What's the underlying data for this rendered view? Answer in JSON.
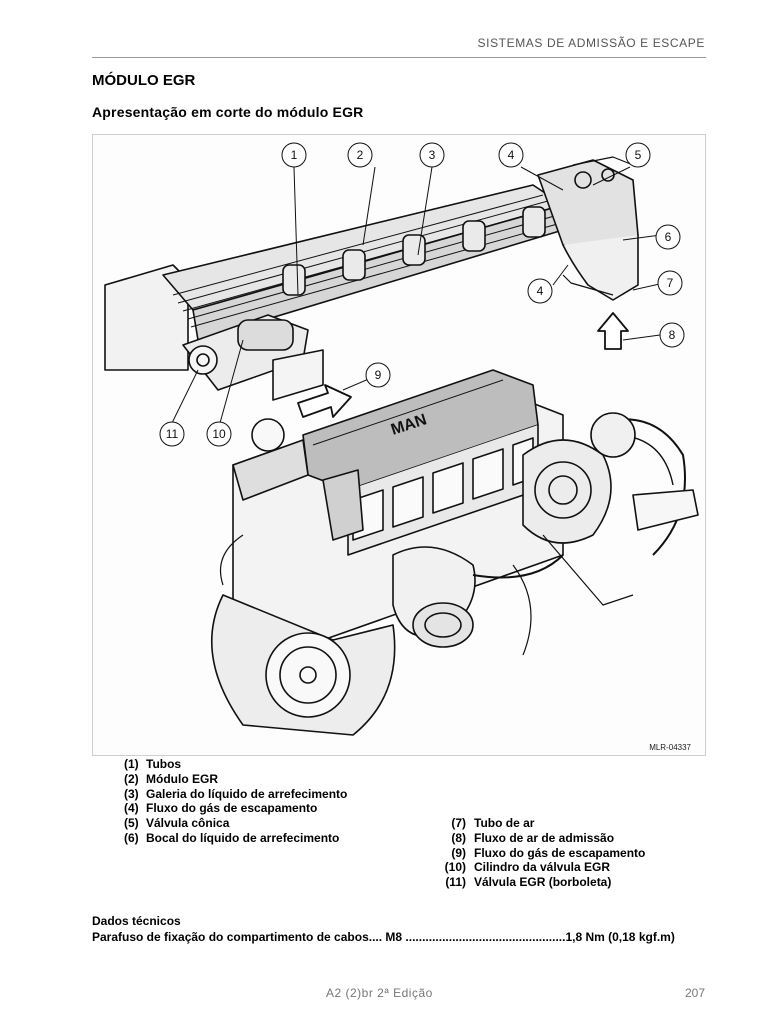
{
  "header": {
    "section": "SISTEMAS DE ADMISSÃO E ESCAPE"
  },
  "title": "MÓDULO EGR",
  "subtitle": "Apresentação em corte do módulo EGR",
  "figure": {
    "callouts": [
      "1",
      "2",
      "3",
      "4",
      "5",
      "6",
      "4",
      "7",
      "8",
      "9",
      "11",
      "10"
    ],
    "code": "MLR-04337",
    "logo": "MAN"
  },
  "legend": {
    "left": [
      {
        "num": "(1)",
        "text": "Tubos"
      },
      {
        "num": "(2)",
        "text": "Módulo EGR"
      },
      {
        "num": "(3)",
        "text": "Galeria do líquido de arrefecimento"
      },
      {
        "num": "(4)",
        "text": "Fluxo do gás de escapamento"
      },
      {
        "num": "(5)",
        "text": "Válvula cônica"
      },
      {
        "num": "(6)",
        "text": "Bocal do líquido de arrefecimento"
      }
    ],
    "right": [
      {
        "num": "(7)",
        "text": "Tubo de ar"
      },
      {
        "num": "(8)",
        "text": "Fluxo de ar de admissão"
      },
      {
        "num": "(9)",
        "text": "Fluxo do gás de escapamento"
      },
      {
        "num": "(10)",
        "text": "Cilindro da válvula EGR"
      },
      {
        "num": "(11)",
        "text": "Válvula EGR (borboleta)"
      }
    ]
  },
  "technical": {
    "title": "Dados técnicos",
    "line": "Parafuso de fixação do compartimento de cabos.... M8 ................................................1,8 Nm (0,18 kgf.m)"
  },
  "footer": {
    "edition": "A2 (2)br   2ª Edição",
    "page": "207"
  }
}
